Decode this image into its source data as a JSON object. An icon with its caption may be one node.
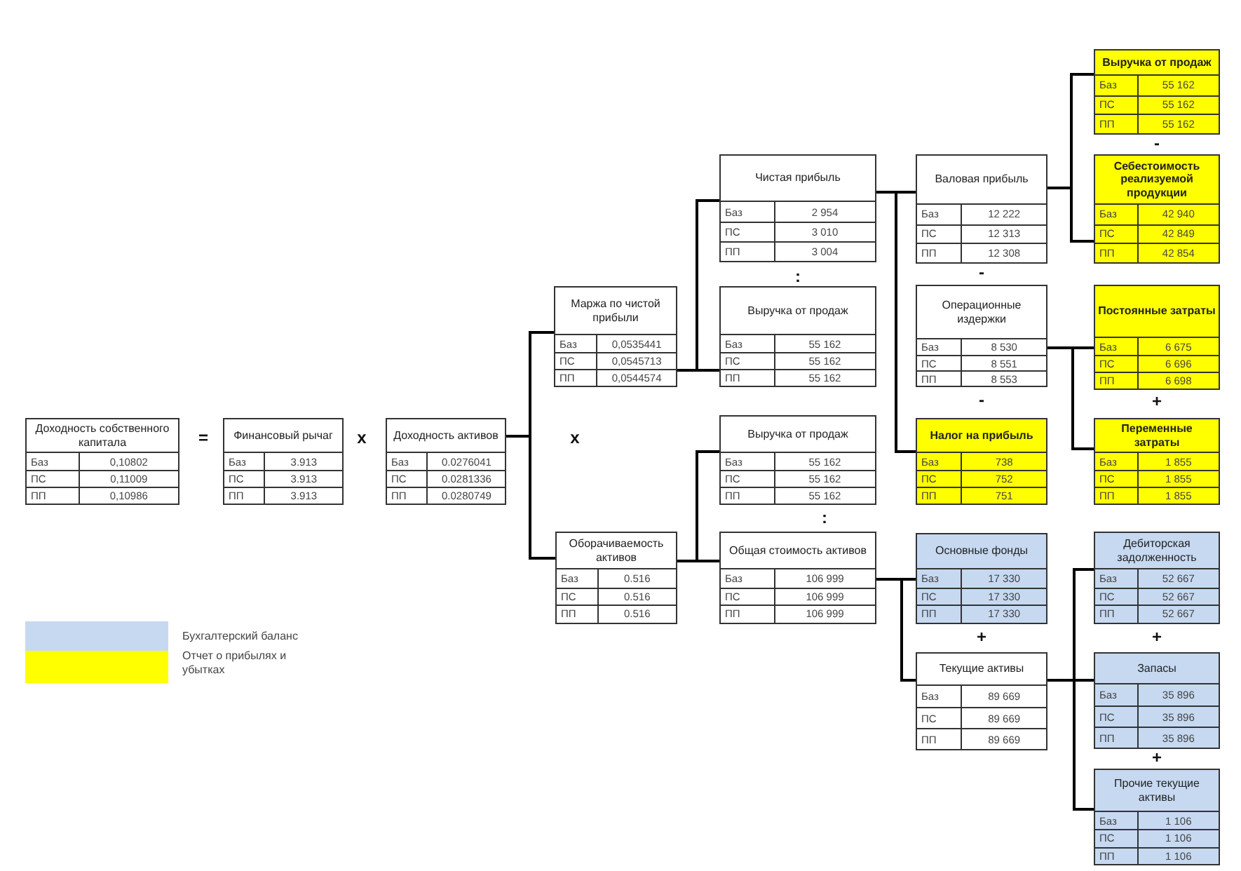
{
  "diagram": {
    "nodes": [
      {
        "text": [
          "Доходность собственного капитала",
          "Баз",
          "0,10802",
          "ПС",
          "0,11009",
          "ПП",
          "0,10986"
        ]
      },
      {
        "text": [
          "Финансовый рычаг",
          "Баз",
          "3.913",
          "ПС",
          "3.913",
          "ПП",
          "3.913"
        ]
      },
      {
        "text": [
          "Доходность активов",
          "Баз",
          "0.0276041",
          "ПС",
          "0.0281336",
          "ПП",
          "0.0280749"
        ]
      },
      {
        "text": [
          "Маржа по чистой прибыли",
          "Баз",
          "0,0535441",
          "ПС",
          "0,0545713",
          "ПП",
          "0,0544574"
        ]
      },
      {
        "text": [
          "Оборачиваемость активов",
          "Баз",
          "0.516",
          "ПС",
          "0.516",
          "ПП",
          "0.516"
        ]
      },
      {
        "text": [
          "Чистая прибыль",
          "Баз",
          "2 954",
          "ПС",
          "3 010",
          "ПП",
          "3 004"
        ]
      },
      {
        "text": [
          "Выручка от продаж",
          "Баз",
          "55 162",
          "ПС",
          "55 162",
          "ПП",
          "55 162"
        ]
      },
      {
        "text": [
          "Выручка от продаж",
          "Баз",
          "55 162",
          "ПС",
          "55 162",
          "ПП",
          "55 162"
        ]
      },
      {
        "text": [
          "Общая стоимость активов",
          "Баз",
          "106 999",
          "ПС",
          "106 999",
          "ПП",
          "106 999"
        ]
      },
      {
        "text": [
          "Валовая прибыль",
          "Баз",
          "12 222",
          "ПС",
          "12 313",
          "ПП",
          "12 308"
        ]
      },
      {
        "text": [
          "Операционные издержки",
          "Баз",
          "8 530",
          "ПС",
          "8 551",
          "ПП",
          "8 553"
        ]
      },
      {
        "text": [
          "Налог на прибыль",
          "Баз",
          "738",
          "ПС",
          "752",
          "ПП",
          "751"
        ]
      },
      {
        "text": [
          "Основные фонды",
          "Баз",
          "17 330",
          "ПС",
          "17 330",
          "ПП",
          "17 330"
        ]
      },
      {
        "text": [
          "Текущие активы",
          "Баз",
          "89 669",
          "ПС",
          "89 669",
          "ПП",
          "89 669"
        ]
      },
      {
        "text": [
          "Выручка от продаж",
          "Баз",
          "55 162",
          "ПС",
          "55 162",
          "ПП",
          "55 162"
        ]
      },
      {
        "text": [
          "Себестоимость реализуемой продукции",
          "Баз",
          "42 940",
          "ПС",
          "42 849",
          "ПП",
          "42 854"
        ]
      },
      {
        "text": [
          "Постоянные затраты",
          "Баз",
          "6 675",
          "ПС",
          "6 696",
          "ПП",
          "6 698"
        ]
      },
      {
        "text": [
          "Переменные затраты",
          "Баз",
          "1 855",
          "ПС",
          "1 855",
          "ПП",
          "1 855"
        ]
      },
      {
        "text": [
          "Дебиторская задолженность",
          "Баз",
          "52 667",
          "ПС",
          "52 667",
          "ПП",
          "52 667"
        ]
      },
      {
        "text": [
          "Запасы",
          "Баз",
          "35 896",
          "ПС",
          "35 896",
          "ПП",
          "35 896"
        ]
      },
      {
        "text": [
          "Прочие текущие активы",
          "Баз",
          "1 106",
          "ПС",
          "1 106",
          "ПП",
          "1 106"
        ]
      }
    ],
    "edges": [
      {
        "from": 2,
        "to": 3,
        "arrow": "none"
      },
      {
        "from": 2,
        "to": 4,
        "arrow": "none"
      },
      {
        "from": 3,
        "to": 5,
        "arrow": "none"
      },
      {
        "from": 3,
        "to": 6,
        "arrow": "none"
      },
      {
        "from": 4,
        "to": 7,
        "arrow": "none"
      },
      {
        "from": 4,
        "to": 8,
        "arrow": "none"
      },
      {
        "from": 5,
        "to": 9,
        "arrow": "none"
      },
      {
        "from": 5,
        "to": 11,
        "arrow": "none"
      },
      {
        "from": 8,
        "to": 12,
        "arrow": "none"
      },
      {
        "from": 8,
        "to": 13,
        "arrow": "none"
      },
      {
        "from": 9,
        "to": 14,
        "arrow": "none"
      },
      {
        "from": 9,
        "to": 15,
        "arrow": "none"
      },
      {
        "from": 10,
        "to": 16,
        "arrow": "none"
      },
      {
        "from": 10,
        "to": 17,
        "arrow": "none"
      },
      {
        "from": 13,
        "to": 18,
        "arrow": "none"
      },
      {
        "from": 13,
        "to": 19,
        "arrow": "none"
      },
      {
        "from": 13,
        "to": 20,
        "arrow": "none"
      }
    ],
    "labels": [
      "-",
      ":",
      "-",
      "-",
      "+",
      "=",
      "x",
      "x",
      ":",
      "+",
      "+",
      "+"
    ],
    "legend": [
      {
        "text": "Бухгалтерский баланс",
        "color": "#c6d9f1"
      },
      {
        "text": "Отчет о прибылях и убытках",
        "color": "#ffff00"
      }
    ]
  }
}
